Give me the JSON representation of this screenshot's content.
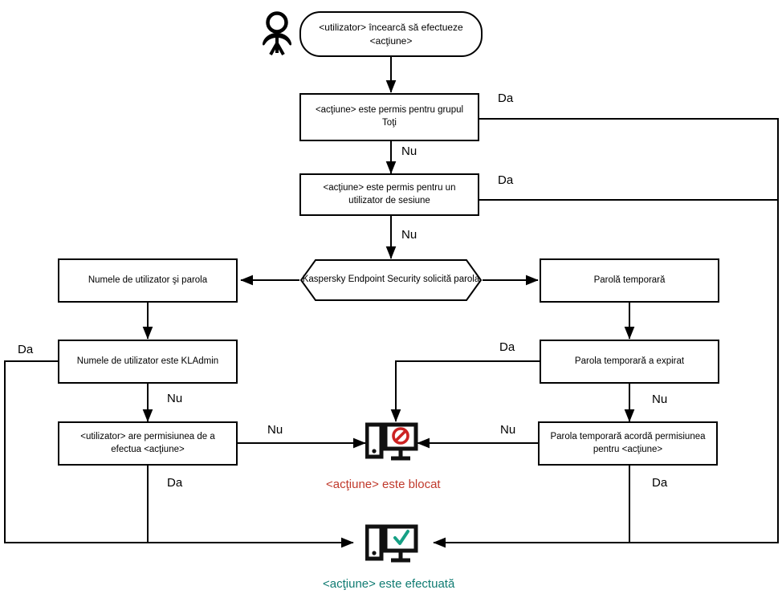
{
  "diagram": {
    "title_blocked_caption": "<acţiune> este blocat",
    "title_done_caption": "<acţiune> este efectuată",
    "colors": {
      "blocked": "#c0392b",
      "success": "#0f7b72",
      "line": "#000000",
      "node_border": "#000000",
      "node_fill": "#ffffff"
    },
    "actor": {
      "icon": "user-person-icon"
    },
    "nodes": {
      "start": "<utilizator> încearcă să efectueze <acţiune>",
      "allowed_everyone": "<acţiune> este permis pentru grupul Toţi",
      "allowed_session_user": "<acţiune> este permis pentru un utilizator de sesiune",
      "kes_requests_password": "Kaspersky Endpoint Security solicită parola",
      "username_password": "Numele de utilizator şi parola",
      "temporary_password": "Parolă temporară",
      "username_is_kladmin": "Numele de utilizator este KLAdmin",
      "temp_password_expired": "Parola temporară a expirat",
      "user_has_permission": "<utilizator> are permisiunea de a efectua <acţiune>",
      "temp_password_grants": "Parola temporară acordă permisiunea pentru <acţiune>"
    },
    "edge_labels": {
      "yes_everyone": "Da",
      "no_everyone": "Nu",
      "yes_session": "Da",
      "no_session": "Nu",
      "yes_kladmin": "Da",
      "no_kladmin": "Nu",
      "no_permission": "Nu",
      "yes_permission": "Da",
      "yes_expired": "Da",
      "no_expired": "Nu",
      "no_grants": "Nu",
      "yes_grants": "Da"
    },
    "terminals": {
      "blocked_icon": "computer-blocked-icon",
      "success_icon": "computer-allowed-icon"
    }
  }
}
